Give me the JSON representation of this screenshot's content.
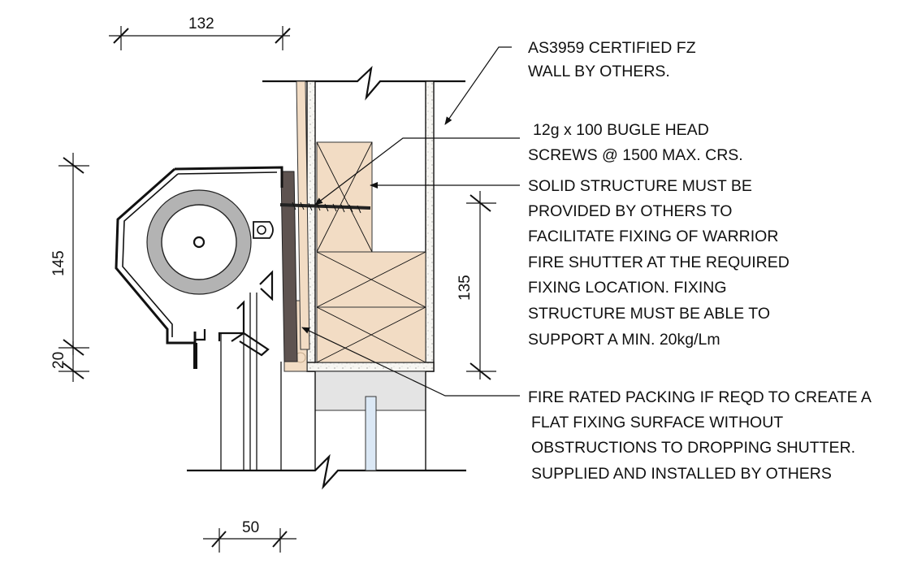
{
  "dimensions": {
    "d132": "132",
    "d145": "145",
    "d20": "20",
    "d135": "135",
    "d50": "50"
  },
  "notes": {
    "wall": [
      "AS3959 CERTIFIED FZ",
      "WALL BY OTHERS."
    ],
    "screws": [
      "12g x 100 BUGLE HEAD",
      "SCREWS @ 1500 MAX. CRS."
    ],
    "structure": [
      "SOLID STRUCTURE MUST BE",
      "PROVIDED BY OTHERS TO",
      "FACILITATE FIXING OF WARRIOR",
      "FIRE SHUTTER AT THE REQUIRED",
      "FIXING LOCATION. FIXING",
      "STRUCTURE MUST BE ABLE TO",
      "SUPPORT A MIN. 20kg/Lm"
    ],
    "packing": [
      "FIRE RATED PACKING IF REQD TO CREATE A",
      "FLAT FIXING SURFACE WITHOUT",
      "OBSTRUCTIONS TO DROPPING SHUTTER.",
      "SUPPLIED AND INSTALLED BY OTHERS"
    ]
  },
  "colors": {
    "timber": "#f2dcc4",
    "packing": "#5e5350",
    "plaster": "#f6f4ef",
    "roller_grey": "#b3b3b3",
    "base_grey": "#e4e4e4",
    "post_blue": "#dbe8f5"
  }
}
